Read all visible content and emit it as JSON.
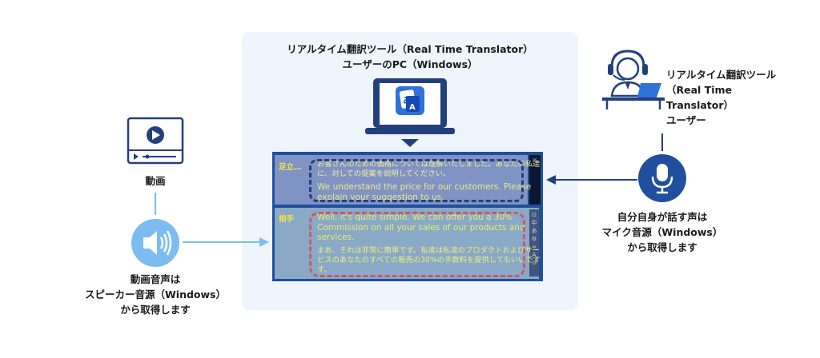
{
  "center": {
    "title_line1": "リアルタイム翻訳ツール（Real Time Translator）",
    "title_line2": "ユーザーのPC（Windows）"
  },
  "user": {
    "line1": "リアルタイム翻訳ツール",
    "line2": "（Real Time Translator）",
    "line3": "ユーザー"
  },
  "video": {
    "label": "動画"
  },
  "speaker": {
    "line1": "動画音声は",
    "line2": "スピーカー音源（Windows）",
    "line3": "から取得します"
  },
  "mic": {
    "line1": "自分自身が話す声は",
    "line2": "マイク音源（Windows）",
    "line3": "から取得します"
  },
  "translator": {
    "top_label": "足立…",
    "top_jp_1": "お客さんのための価格については理解いたしました。あなたの私達",
    "top_jp_2": "に、対しての提案を説明してください。",
    "top_en_1": "We understand the price for our customers. Please",
    "top_en_2": "explain your suggestion to us.",
    "close_glyph": "×",
    "bottom_label": "相手",
    "bottom_en_1": "Well, it's quite simple. We can offer you a 30%",
    "bottom_en_2": "Commission on all your sales of our products and",
    "bottom_en_3": "services.",
    "bottom_jp_1": "まあ、それは非常に簡単です。私達は私達のプロダクトおよびサー",
    "bottom_jp_2": "ビスのあなたのすべての販売の30%の手数料を提供してもいいです",
    "bottom_jp_3": "す。",
    "side_controls": [
      "⊡",
      "中",
      "あ",
      "⚙",
      "═",
      "A",
      "⊙"
    ]
  },
  "icons": {
    "app_icon_text": "あ",
    "app_icon_letter": "A"
  },
  "colors": {
    "accent_blue": "#1f4f9e",
    "dark_navy": "#23407e",
    "light_blue": "#7cbcf0",
    "panel_bg": "#eef5fc",
    "dash_red": "#c85a6e"
  }
}
